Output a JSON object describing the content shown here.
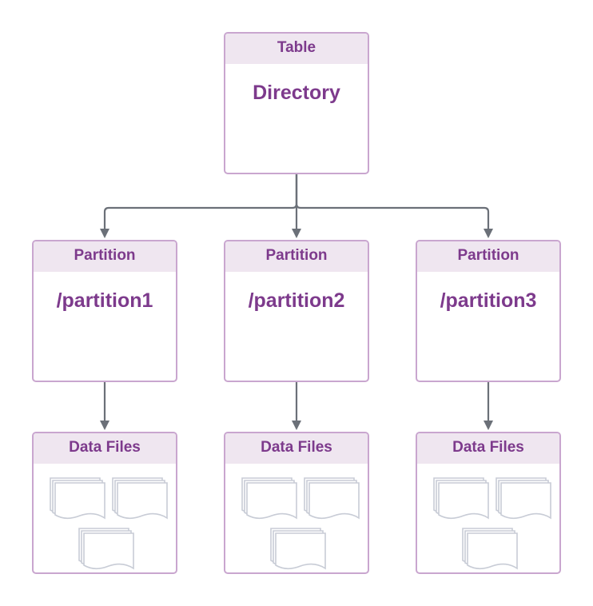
{
  "table": {
    "header": "Table",
    "name": "Directory"
  },
  "partitions": [
    {
      "header": "Partition",
      "name": "/partition1"
    },
    {
      "header": "Partition",
      "name": "/partition2"
    },
    {
      "header": "Partition",
      "name": "/partition3"
    }
  ],
  "data_files": [
    {
      "header": "Data Files",
      "icon": "file-stack-icon"
    },
    {
      "header": "Data Files",
      "icon": "file-stack-icon"
    },
    {
      "header": "Data Files",
      "icon": "file-stack-icon"
    }
  ],
  "colors": {
    "border": "#c9a6cf",
    "header_bg": "#efe6f0",
    "text": "#7d3a8c",
    "connector": "#6b7078",
    "file_outline": "#c8ccd6"
  }
}
